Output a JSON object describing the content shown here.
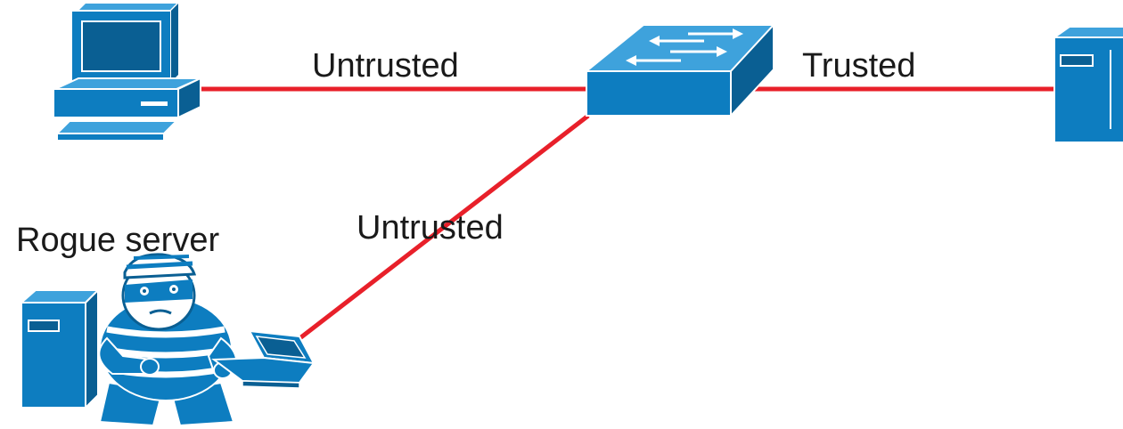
{
  "links": [
    {
      "id": "pc-switch",
      "label": "Untrusted"
    },
    {
      "id": "switch-server",
      "label": "Trusted"
    },
    {
      "id": "rogue-switch",
      "label": "Untrusted"
    }
  ],
  "rogue_server": {
    "label": "Rogue server"
  },
  "colors": {
    "link": "#e8202a",
    "device_fill": "#0d7dc0",
    "device_dark": "#0a5f93",
    "device_light": "#3ea2dc",
    "text": "#1a1a1a"
  },
  "icons": [
    "pc-icon",
    "switch-icon",
    "server-icon",
    "rogue-server-icon",
    "thief-icon",
    "laptop-icon"
  ]
}
